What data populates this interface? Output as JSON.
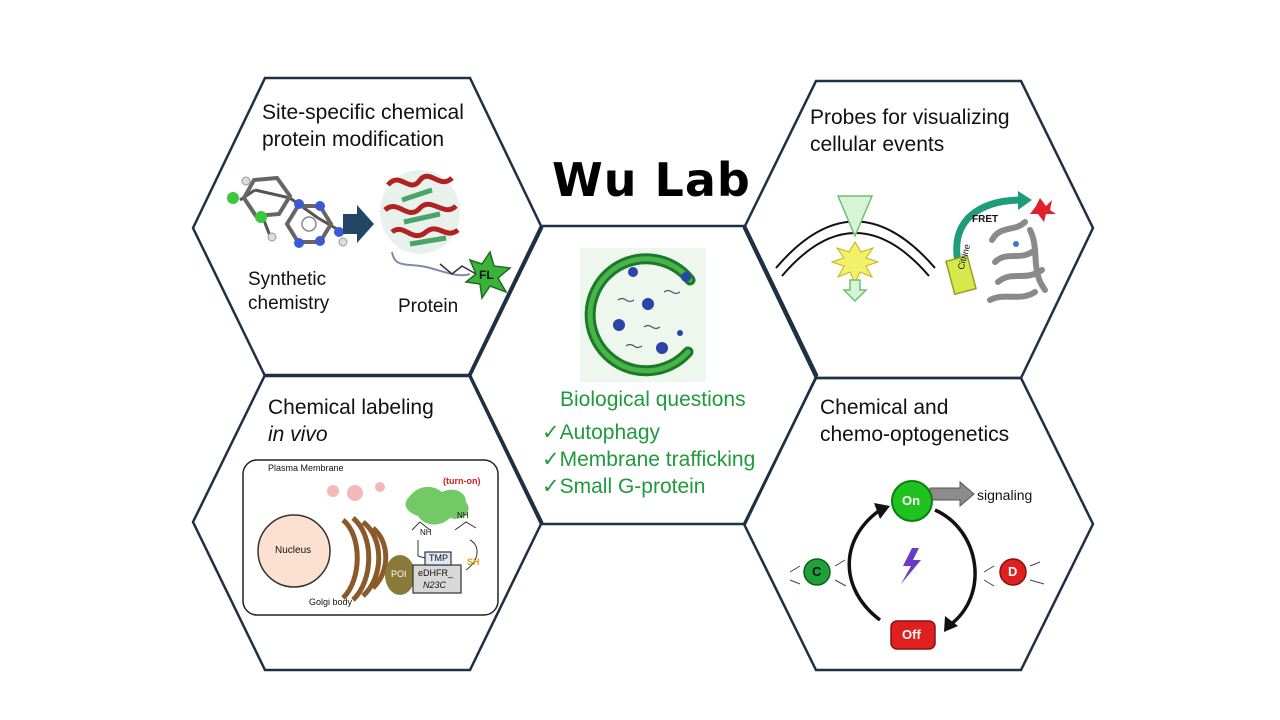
{
  "title": "Wu Lab",
  "panels": {
    "top_left": {
      "heading_line1": "Site-specific chemical",
      "heading_line2": "protein modification",
      "label_synthetic_line1": "Synthetic",
      "label_synthetic_line2": "chemistry",
      "label_protein": "Protein",
      "fl_label": "FL"
    },
    "top_right": {
      "heading_line1": "Probes for visualizing",
      "heading_line2": "cellular events",
      "fret_label": "FRET",
      "citrine_label": "Citrine"
    },
    "bottom_left": {
      "heading_line1": "Chemical labeling",
      "heading_line2": "in vivo",
      "plasma_membrane": "Plasma Membrane",
      "turn_on": "(turn-on)",
      "nucleus": "Nucleus",
      "golgi_body": "Golgi body",
      "poi": "POI",
      "tmp": "TMP",
      "edhfr_line1": "eDHFR_",
      "edhfr_line2": "N23C",
      "sh": "SH",
      "nh_top": "NH",
      "nh_bottom": "NH"
    },
    "bottom_right": {
      "heading_line1": "Chemical and",
      "heading_line2": "chemo-optogenetics",
      "on": "On",
      "off": "Off",
      "signaling": "signaling",
      "c": "C",
      "d": "D"
    },
    "center": {
      "heading": "Biological questions",
      "items": [
        "✓Autophagy",
        "✓Membrane trafficking",
        "✓Small G-protein"
      ]
    }
  },
  "colors": {
    "hex_border": "#1e3044",
    "accent_green": "#1f9a3c",
    "on_green": "#1fc21f",
    "off_red": "#e02020"
  }
}
